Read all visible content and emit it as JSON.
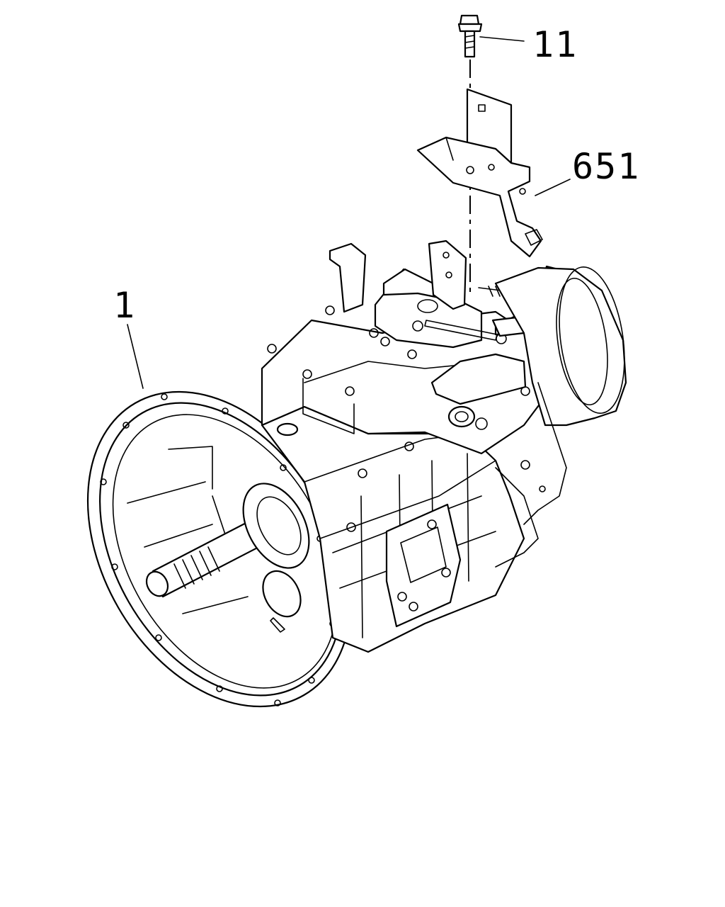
{
  "callouts": [
    {
      "id": "part-1",
      "label": "1"
    },
    {
      "id": "part-11",
      "label": "11"
    },
    {
      "id": "part-651",
      "label": "651"
    }
  ],
  "colors": {
    "line": "#000000",
    "background": "#ffffff"
  }
}
